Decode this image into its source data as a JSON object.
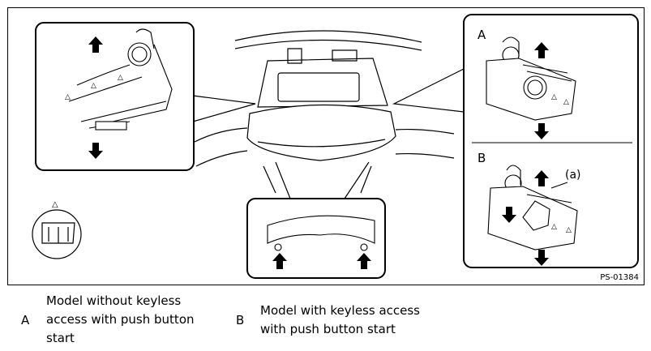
{
  "figure": {
    "id_label": "PS-01384",
    "callout_a": "A",
    "callout_b": "B",
    "callout_a_sub": "(a)",
    "icons": [
      "up-arrow-icon",
      "down-arrow-icon",
      "steering-column-cover-illustration",
      "key-cylinder-illustration",
      "push-button-start-illustration",
      "clip-tab-illustration"
    ]
  },
  "legend": {
    "items": [
      {
        "key": "A",
        "lines": [
          "Model without keyless",
          "access with push button",
          "start"
        ]
      },
      {
        "key": "B",
        "lines": [
          "Model with keyless access",
          "with push button start"
        ]
      }
    ]
  }
}
